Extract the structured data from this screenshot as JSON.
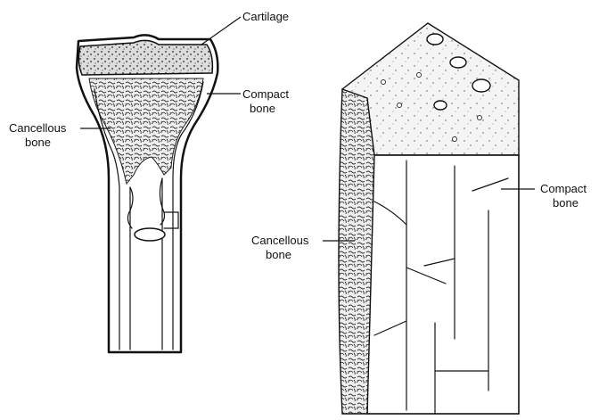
{
  "labels": {
    "cartilage": "Cartilage",
    "compact_left": [
      "Compact",
      "bone"
    ],
    "cancellous_left": [
      "Cancellous",
      "bone"
    ],
    "cancellous_right": [
      "Cancellous",
      "bone"
    ],
    "compact_right": [
      "Compact",
      "bone"
    ]
  },
  "colors": {
    "ink": "#111111",
    "paper": "#ffffff",
    "cartilage_fill": "#d8d8d8",
    "spongy_fill": "#e9e9e9",
    "shaded_block": "#f1f1f1"
  }
}
